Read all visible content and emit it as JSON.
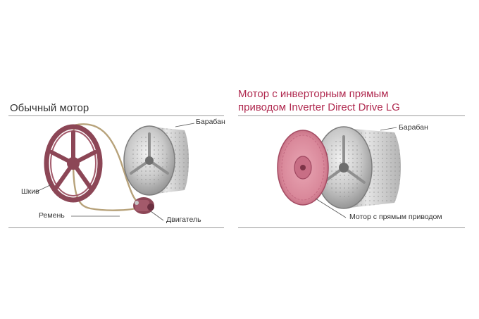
{
  "left_panel": {
    "title": "Обычный мотор",
    "labels": {
      "drum": "Барабан",
      "pulley": "Шкив",
      "belt": "Ремень",
      "motor": "Двигатель"
    }
  },
  "right_panel": {
    "title_line1": "Мотор с инверторным прямым",
    "title_line2": "приводом Inverter Direct Drive LG",
    "labels": {
      "drum": "Барабан",
      "direct_motor": "Мотор с прямым приводом"
    }
  },
  "colors": {
    "accent_title": "#b0294f",
    "rule": "#9a9a9a",
    "pulley": "#8c4656",
    "direct_motor": "#d9889a",
    "drum_steel": "#c9c9c9",
    "belt": "#b7a27a"
  }
}
